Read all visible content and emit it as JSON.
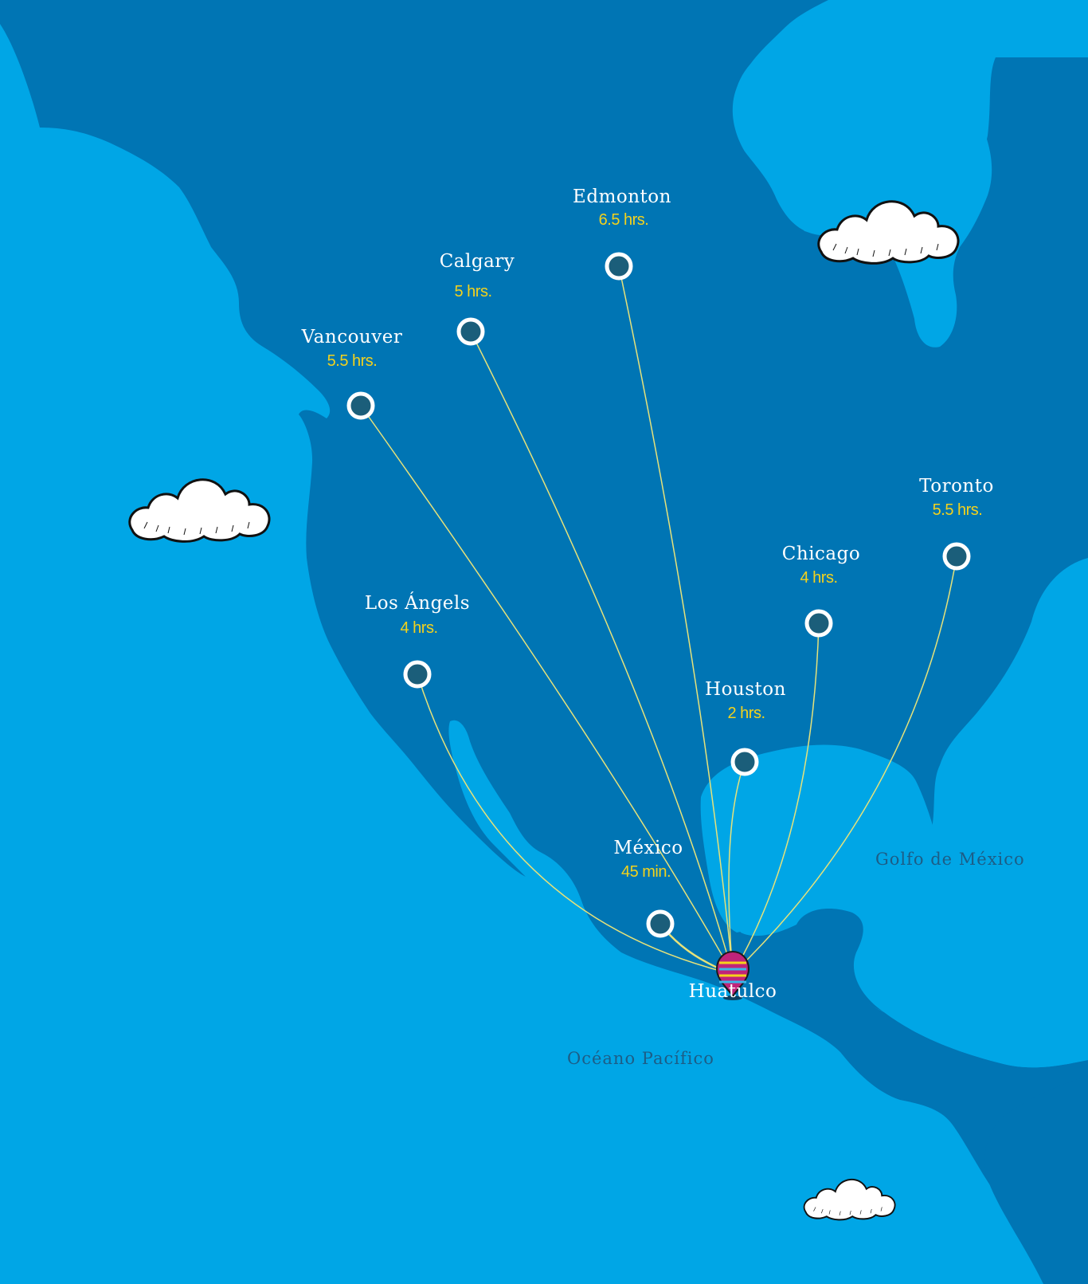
{
  "hub": {
    "name": "Huatulco"
  },
  "cities": [
    {
      "id": "vancouver",
      "name": "Vancouver",
      "time": "5.5 hrs."
    },
    {
      "id": "calgary",
      "name": "Calgary",
      "time": "5 hrs."
    },
    {
      "id": "edmonton",
      "name": "Edmonton",
      "time": "6.5 hrs."
    },
    {
      "id": "toronto",
      "name": "Toronto",
      "time": "5.5 hrs."
    },
    {
      "id": "chicago",
      "name": "Chicago",
      "time": "4 hrs."
    },
    {
      "id": "los-angeles",
      "name": "Los Ángels",
      "time": "4 hrs."
    },
    {
      "id": "houston",
      "name": "Houston",
      "time": "2 hrs."
    },
    {
      "id": "mexico",
      "name": "México",
      "time": "45 min."
    }
  ],
  "water_labels": {
    "gulf": "Golfo de México",
    "pacific": "Océano Pacífico"
  },
  "colors": {
    "ocean": "#00a6e6",
    "land": "#0075b4",
    "route_line": "#e6e27a",
    "time_text": "#f3d21c",
    "marker_fill": "#1b5e7a"
  }
}
